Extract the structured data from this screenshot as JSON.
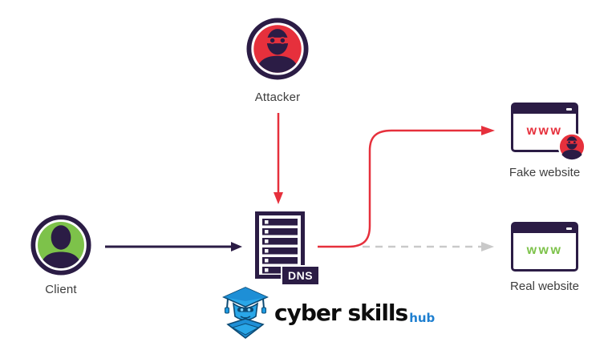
{
  "diagram": {
    "attacker": {
      "label": "Attacker"
    },
    "client": {
      "label": "Client"
    },
    "dns_server": {
      "badge": "DNS"
    },
    "fake_website": {
      "label": "Fake website",
      "address": "www"
    },
    "real_website": {
      "label": "Real website",
      "address": "www"
    },
    "colors": {
      "attack_red": "#e6303c",
      "dark_navy": "#2b1c45",
      "client_green": "#7dc24a",
      "dashed_gray": "#c9c9c9",
      "label_text": "#3d3d3d"
    },
    "icons": {
      "attacker": "hacker-avatar-icon",
      "client": "person-avatar-icon",
      "dns": "server-rack-icon",
      "fake_website": "browser-window-icon with hacker-badge-icon",
      "real_website": "browser-window-icon"
    },
    "arrows": [
      {
        "name": "attacker-to-dns",
        "style": "solid red, down"
      },
      {
        "name": "client-to-dns",
        "style": "solid navy, right"
      },
      {
        "name": "dns-to-fake-website",
        "style": "solid red, s-curve up-right"
      },
      {
        "name": "dns-to-real-website",
        "style": "dashed gray, right"
      }
    ]
  },
  "logo": {
    "brand": "cyber skills",
    "suffix": "hub",
    "brand_color": "#0d0d0d",
    "suffix_color": "#1e7fd0",
    "mascot": "blue-graduate-mascot-icon"
  }
}
